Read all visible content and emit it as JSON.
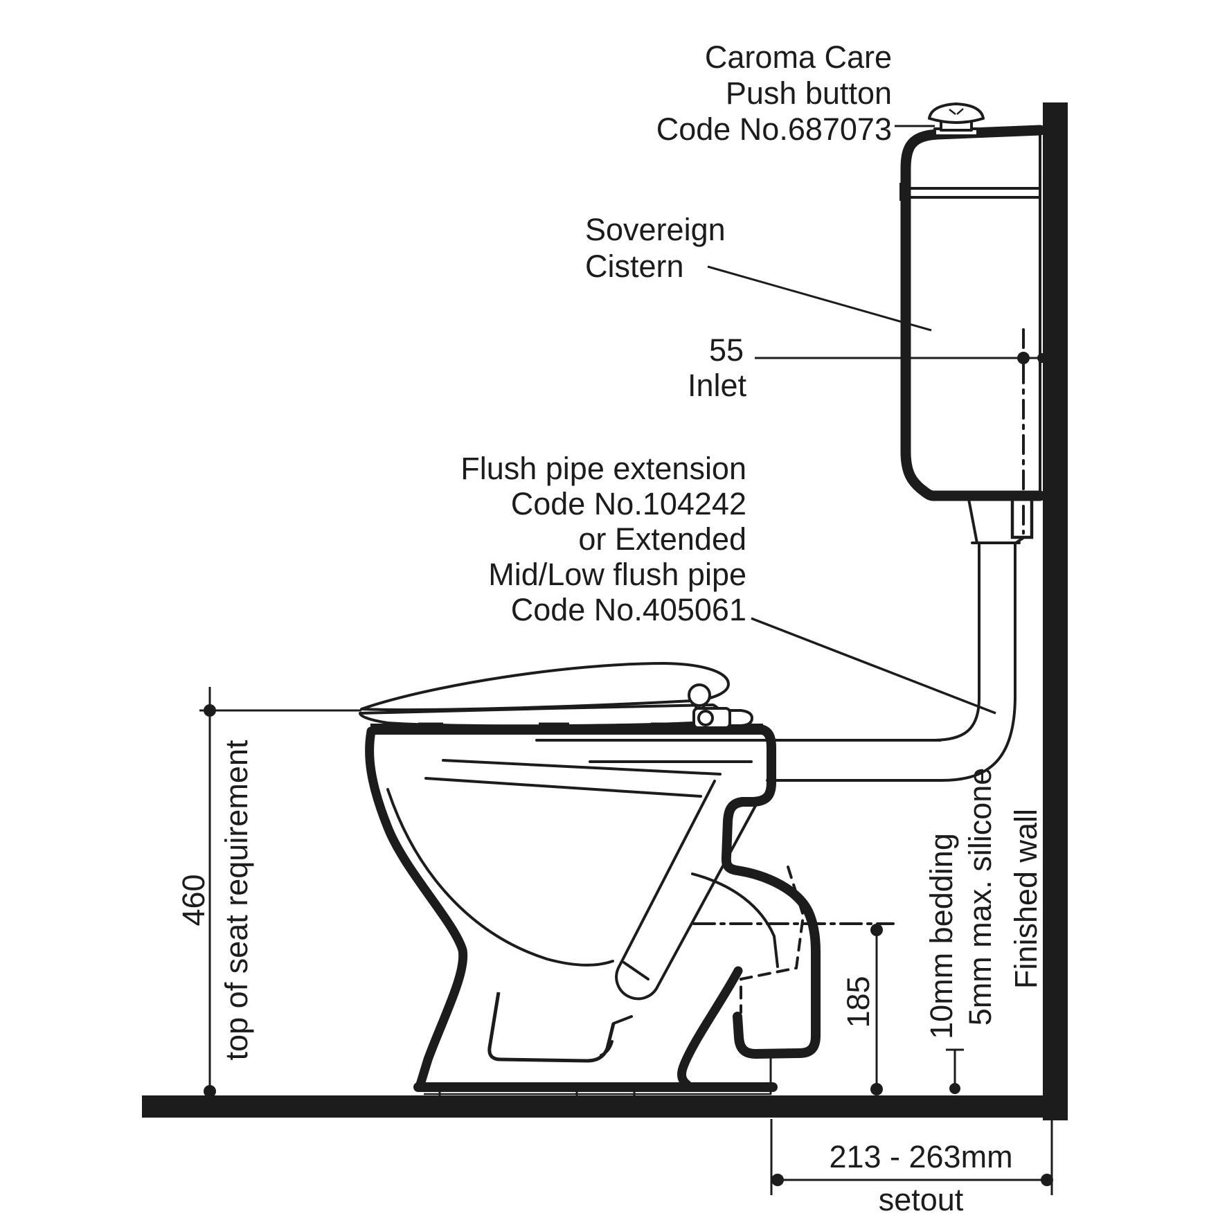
{
  "colors": {
    "ink": "#1c1c1c",
    "paper": "#ffffff"
  },
  "annotations": {
    "push_button": {
      "line1": "Caroma Care",
      "line2": "Push button",
      "line3": "Code No.687073"
    },
    "cistern": {
      "line1": "Sovereign",
      "line2": "Cistern"
    },
    "inlet": {
      "value": "55",
      "label": "Inlet"
    },
    "flush_pipe": {
      "line1": "Flush pipe extension",
      "line2": "Code No.104242",
      "line3": "or Extended",
      "line4": "Mid/Low flush pipe",
      "line5": "Code No.405061"
    },
    "seat_height": {
      "value": "460",
      "label": "top of seat requirement"
    },
    "outlet_height": {
      "value": "185"
    },
    "bedding": {
      "line1": "10mm bedding",
      "line2": "5mm max. silicone"
    },
    "wall": {
      "label": "Finished wall"
    },
    "setout": {
      "value": "213 - 263mm",
      "label": "setout"
    }
  }
}
